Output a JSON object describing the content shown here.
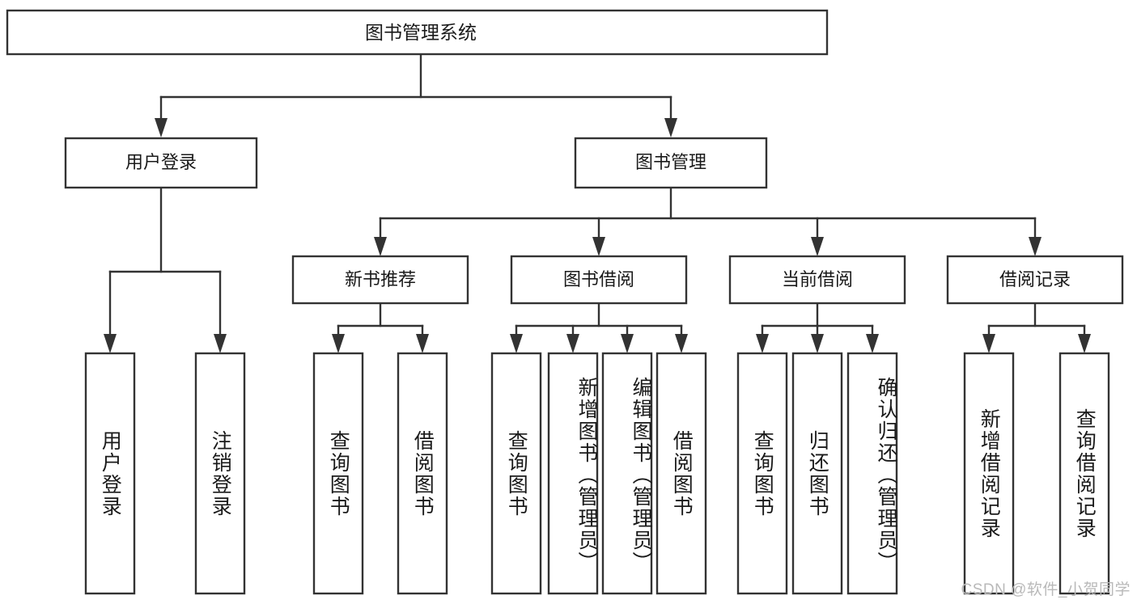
{
  "diagram": {
    "type": "tree-hierarchy-chart",
    "title_node": "图书管理系统",
    "watermark": "CSDN @软件_小贺同学",
    "colors": {
      "stroke": "#333333",
      "box_fill": "#ffffff",
      "text": "#1a1a1a",
      "watermark": "#b9b9b9",
      "background": "#ffffff"
    },
    "level2": [
      {
        "id": "user-login",
        "label": "用户登录"
      },
      {
        "id": "book-management",
        "label": "图书管理"
      }
    ],
    "level3": [
      {
        "id": "new-book-recommend",
        "label": "新书推荐"
      },
      {
        "id": "book-borrow",
        "label": "图书借阅"
      },
      {
        "id": "current-borrow",
        "label": "当前借阅"
      },
      {
        "id": "borrow-record",
        "label": "借阅记录"
      }
    ],
    "leaves": {
      "user_login": [
        {
          "id": "leaf-user-login",
          "label": "用户登录"
        },
        {
          "id": "leaf-logout-login",
          "label": "注销登录"
        }
      ],
      "new_book_recommend": [
        {
          "id": "leaf-query-book-1",
          "label": "查询图书"
        },
        {
          "id": "leaf-borrow-book-1",
          "label": "借阅图书"
        }
      ],
      "book_borrow": [
        {
          "id": "leaf-query-book-2",
          "label": "查询图书"
        },
        {
          "id": "leaf-add-book",
          "label": "新增图书（管理员）"
        },
        {
          "id": "leaf-edit-book",
          "label": "编辑图书（管理员）"
        },
        {
          "id": "leaf-borrow-book-2",
          "label": "借阅图书"
        }
      ],
      "current_borrow": [
        {
          "id": "leaf-query-book-3",
          "label": "查询图书"
        },
        {
          "id": "leaf-return-book",
          "label": "归还图书"
        },
        {
          "id": "leaf-confirm-return",
          "label": "确认归还（管理员）"
        }
      ],
      "borrow_record": [
        {
          "id": "leaf-add-record",
          "label": "新增借阅记录"
        },
        {
          "id": "leaf-query-record",
          "label": "查询借阅记录"
        }
      ]
    }
  }
}
